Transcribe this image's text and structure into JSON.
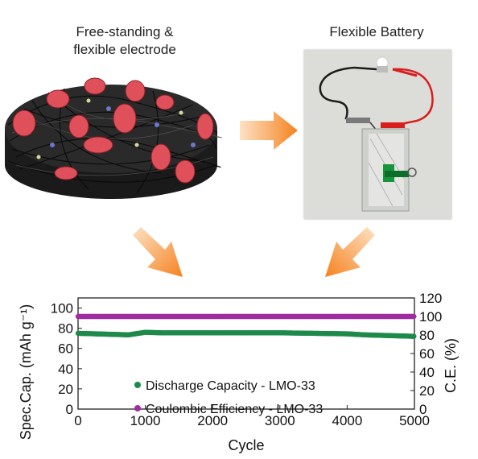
{
  "captions": {
    "electrode_line1": "Free-standing &",
    "electrode_line2": "flexible electrode",
    "battery": "Flexible Battery"
  },
  "colors": {
    "discharge": "#1e8a4a",
    "coulombic": "#a02ca0",
    "arrow": "#f5821f",
    "fiber": "#141414",
    "particle": "#e0505a"
  },
  "chart_data": {
    "type": "scatter",
    "xlabel": "Cycle",
    "ylabel_left": "Spec.Cap. (mAh g⁻¹)",
    "ylabel_right": "C.E. (%)",
    "xlim": [
      0,
      5000
    ],
    "ylim_left": [
      0,
      110
    ],
    "ylim_right": [
      0,
      120
    ],
    "x_ticks": [
      "0",
      "1000",
      "2000",
      "3000",
      "4000",
      "5000"
    ],
    "y_ticks_left": [
      "0",
      "20",
      "40",
      "60",
      "80",
      "100"
    ],
    "y_ticks_right": [
      "0",
      "20",
      "40",
      "60",
      "80",
      "100",
      "120"
    ],
    "series": [
      {
        "name": "Discharge Capacity - LMO-33",
        "axis": "left",
        "color": "#1e8a4a",
        "x": [
          0,
          250,
          500,
          750,
          1000,
          1250,
          1500,
          2000,
          2500,
          3000,
          3500,
          4000,
          4250,
          4500,
          4750,
          5000
        ],
        "y": [
          75,
          74.5,
          74,
          73.5,
          76,
          75.5,
          75.5,
          75.5,
          75.5,
          75.5,
          75,
          74.5,
          73.5,
          73,
          72.5,
          72
        ]
      },
      {
        "name": "Coulombic Efficiency - LMO-33",
        "axis": "right",
        "color": "#a02ca0",
        "x": [
          0,
          1000,
          2000,
          3000,
          4000,
          5000
        ],
        "y": [
          100,
          100,
          100,
          100,
          100,
          100
        ]
      }
    ],
    "legend_position": "bottom-center",
    "grid": false
  }
}
